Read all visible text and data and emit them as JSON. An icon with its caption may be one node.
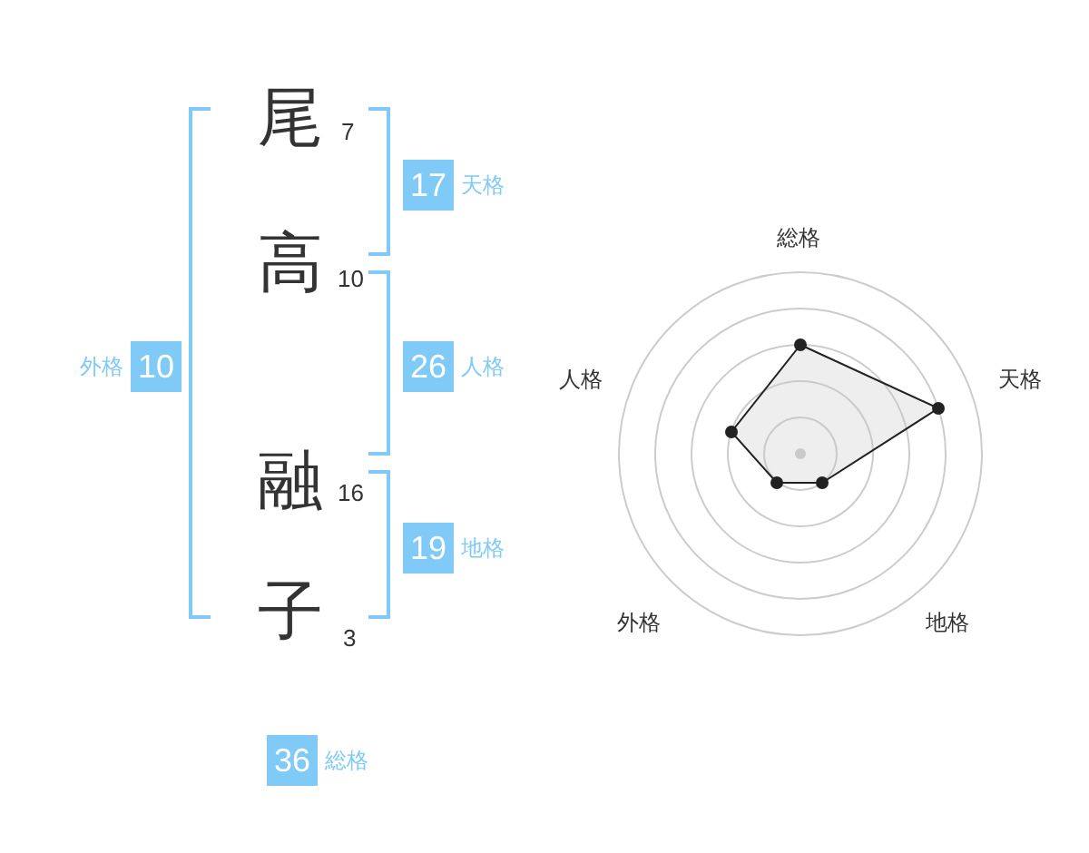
{
  "diagram": {
    "nodes": [
      {
        "text": [
          "17"
        ],
        "beside": [
          "天格"
        ]
      },
      {
        "text": [
          "10"
        ],
        "beside": [
          "外格"
        ]
      },
      {
        "text": [
          "26"
        ],
        "beside": [
          "人格"
        ]
      },
      {
        "text": [
          "19"
        ],
        "beside": [
          "地格"
        ]
      },
      {
        "text": [
          "36"
        ],
        "beside": [
          "総格"
        ]
      }
    ],
    "edges": [],
    "labels": [
      "尾",
      "7",
      "高",
      "10",
      "融",
      "16",
      "子",
      "3",
      "総格",
      "人格",
      "天格",
      "外格",
      "地格"
    ]
  }
}
